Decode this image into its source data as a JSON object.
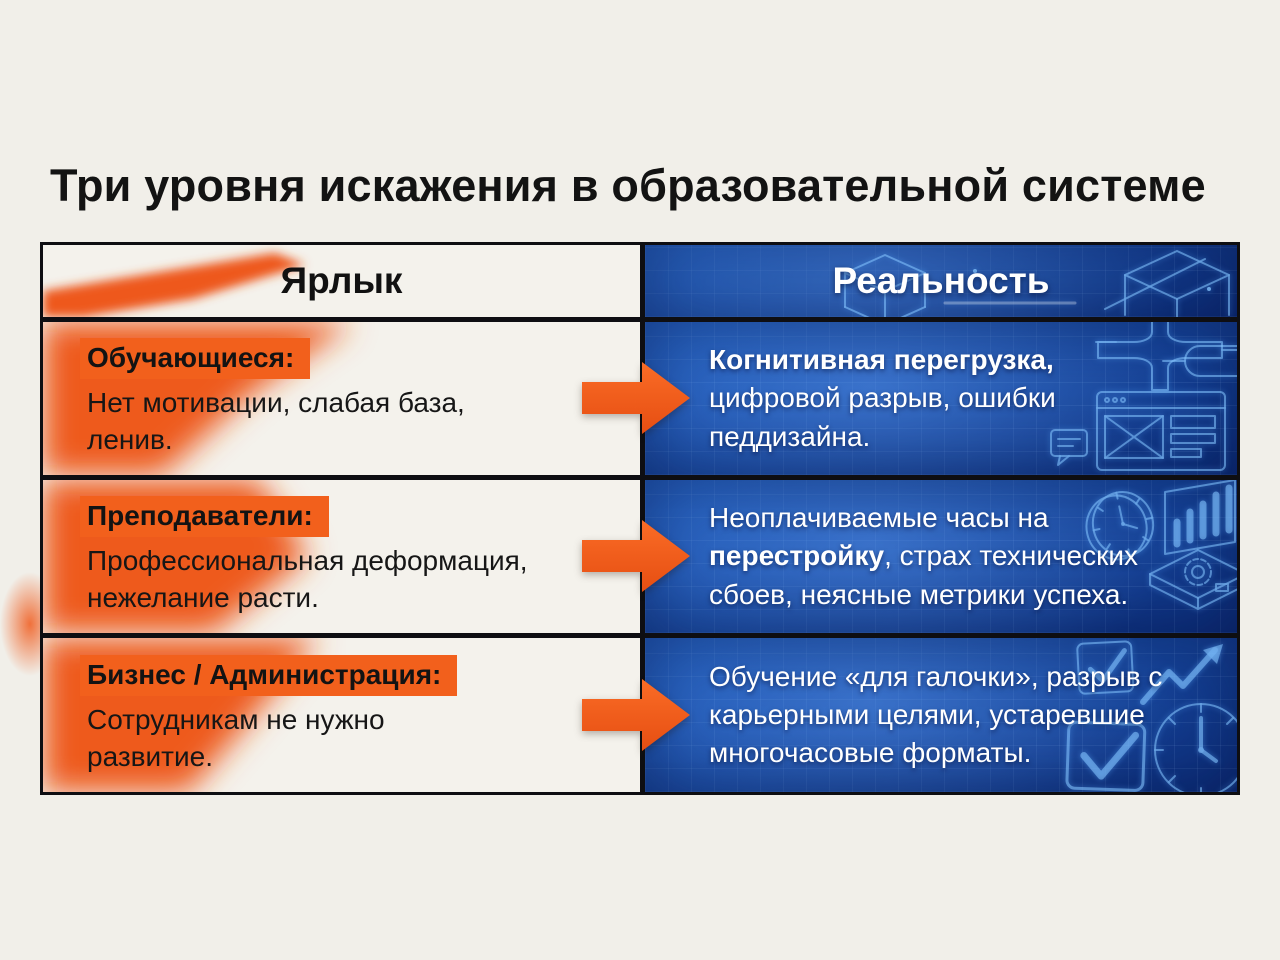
{
  "title": "Три уровня искажения в образовательной системе",
  "table": {
    "columns": {
      "label": "Ярлык",
      "reality": "Реальность"
    },
    "rows": [
      {
        "category": "Обучающиеся:",
        "label_body": "Нет мотивации, слабая база, ленив.",
        "reality": {
          "bold_lead": "Когнитивная перегрузка,",
          "rest": " цифровой разрыв, ошибки педдизайна."
        }
      },
      {
        "category": "Преподаватели:",
        "label_body": "Профессиональная деформация, нежелание расти.",
        "reality": {
          "lead": "Неоплачиваемые часы на ",
          "bold_mid": "перестройку",
          "rest": ", страх технических сбоев, неясные метрики успеха."
        }
      },
      {
        "category": "Бизнес / Администрация:",
        "label_body": "Сотрудникам не нужно развитие.",
        "reality": {
          "rest": "Обучение «для галочки», разрыв с карьерными целями, устаревшие многочасовые форматы."
        }
      }
    ]
  },
  "colors": {
    "page_bg": "#f1efe9",
    "label_cell_bg": "#f4f2ec",
    "accent_orange": "#ee5a1e",
    "highlight_orange": "#f2601c",
    "blueprint_blue": "#17479e",
    "blueprint_line": "#85c6ff",
    "table_border": "#0e0e12",
    "reality_text": "#ffffff",
    "label_text": "#161616"
  },
  "icons": {
    "header_reality": [
      "cube-wireframe-icon",
      "cube-wireframe-icon"
    ],
    "row1": [
      "arrow-right-icon",
      "drone-wireframe-icon",
      "capsule-wireframe-icon",
      "browser-window-wireframe-icon",
      "speech-bubble-wireframe-icon"
    ],
    "row2": [
      "arrow-right-icon",
      "clock-wireframe-icon",
      "bar-chart-wireframe-icon",
      "circuit-board-wireframe-icon"
    ],
    "row3": [
      "arrow-right-icon",
      "checkbox-check-wireframe-icon",
      "growth-arrow-wireframe-icon",
      "checkbox-check-wireframe-icon",
      "clock-wireframe-icon"
    ]
  }
}
